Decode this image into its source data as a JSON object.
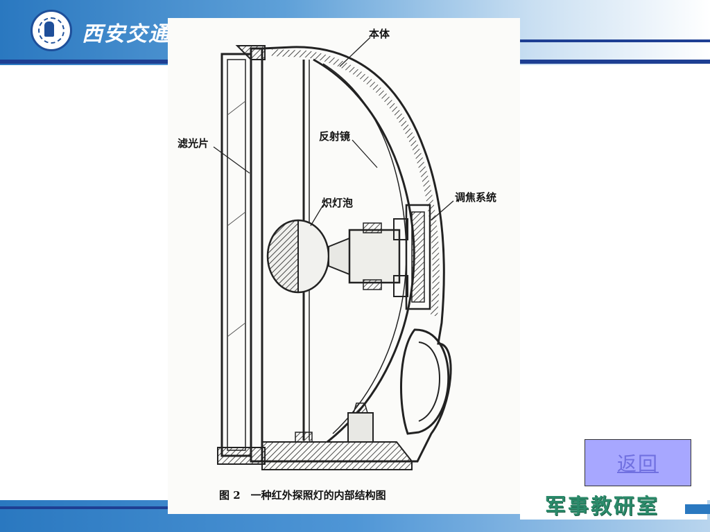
{
  "header": {
    "university_name": "西安交通大学"
  },
  "figure": {
    "caption": "图 2　一种红外探照灯的内部结构图",
    "labels": {
      "body": "本体",
      "filter": "滤光片",
      "reflector": "反射镜",
      "bulb": "炽灯泡",
      "focus_system": "调焦系统"
    }
  },
  "footer": {
    "department": "军事教研室"
  },
  "navigation": {
    "return_label": "返回"
  },
  "colors": {
    "header_blue": "#2a78c0",
    "dark_rule": "#1e3f93",
    "button_fill": "#a7a7ff",
    "button_text": "#7070e0",
    "department_green": "#2b8a6a"
  }
}
